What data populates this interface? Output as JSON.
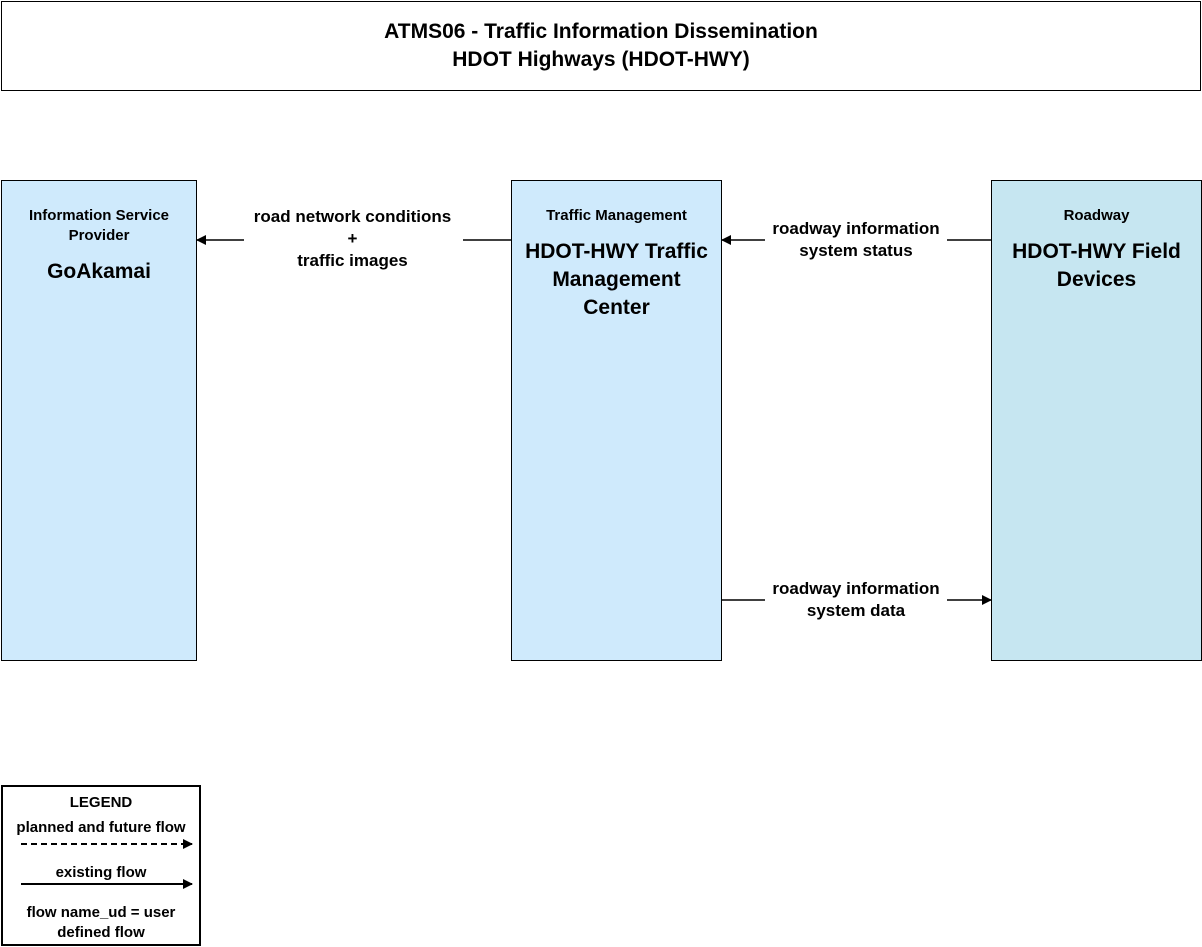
{
  "title": {
    "line1": "ATMS06 - Traffic Information Dissemination",
    "line2": "HDOT Highways (HDOT-HWY)"
  },
  "nodes": [
    {
      "type": "Information Service Provider",
      "name": "GoAkamai"
    },
    {
      "type": "Traffic Management",
      "name": "HDOT-HWY Traffic Management Center"
    },
    {
      "type": "Roadway",
      "name": "HDOT-HWY Field Devices"
    }
  ],
  "flows": [
    {
      "line1": "road network conditions",
      "line2": "+",
      "line3": "traffic images",
      "from": "HDOT-HWY Traffic Management Center",
      "to": "GoAkamai",
      "status": "existing"
    },
    {
      "line1": "roadway information",
      "line2": "system status",
      "from": "HDOT-HWY Field Devices",
      "to": "HDOT-HWY Traffic Management Center",
      "status": "existing"
    },
    {
      "line1": "roadway information",
      "line2": "system data",
      "from": "HDOT-HWY Traffic Management Center",
      "to": "HDOT-HWY Field Devices",
      "status": "existing"
    }
  ],
  "legend": {
    "title": "LEGEND",
    "planned": "planned and future flow",
    "existing": "existing flow",
    "user_defined": "flow name_ud = user defined flow"
  },
  "colors": {
    "node_fill": "#cfeafc",
    "roadway_fill": "#c6e6f1",
    "line": "#000000"
  }
}
